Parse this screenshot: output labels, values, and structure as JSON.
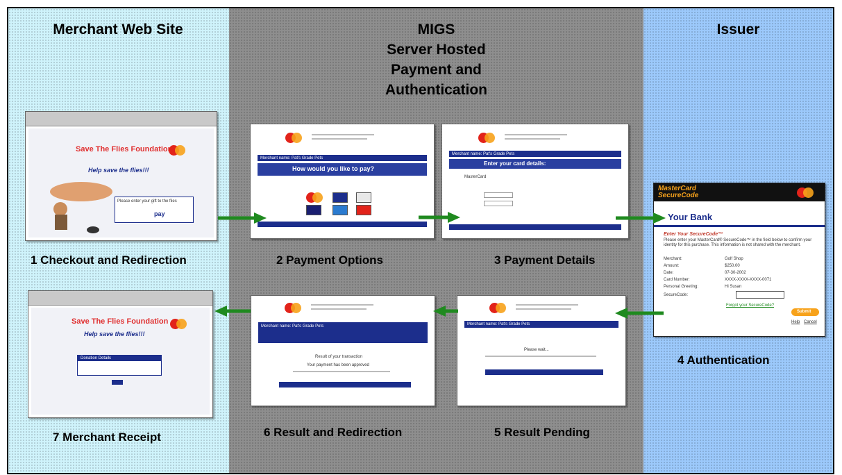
{
  "columns": {
    "merchant": {
      "title": "Merchant Web Site"
    },
    "migs": {
      "title_lines": [
        "MIGS",
        "Server Hosted",
        "Payment and",
        "Authentication"
      ]
    },
    "issuer": {
      "title": "Issuer"
    }
  },
  "steps": [
    {
      "label": "1 Checkout and Redirection"
    },
    {
      "label": "2 Payment Options"
    },
    {
      "label": "3 Payment Details"
    },
    {
      "label": "4 Authentication"
    },
    {
      "label": "5 Result Pending"
    },
    {
      "label": "6 Result and Redirection"
    },
    {
      "label": "7 Merchant Receipt"
    }
  ],
  "screens": {
    "checkout": {
      "heading": "Save The Flies Foundation",
      "sub": "Help save the flies!!!",
      "amount_box": "Please enter your gift to the flies",
      "pay": "pay"
    },
    "payment_options": {
      "merchant_name": "Merchant name: Pat's Grade Pets",
      "prompt": "How would you like to pay?"
    },
    "payment_details": {
      "merchant_name": "Merchant name: Pat's Grade Pets",
      "prompt": "Enter your card details:",
      "card_label": "MasterCard"
    },
    "authentication": {
      "brand_line1": "MasterCard",
      "brand_line2": "SecureCode",
      "bank": "Your Bank",
      "enter": "Enter Your SecureCode™",
      "intro": "Please enter your MasterCard® SecureCode™ in the field below to confirm your identity for this purchase. This information is not shared with the merchant.",
      "fields": [
        {
          "label": "Merchant:",
          "value": "Golf Shop"
        },
        {
          "label": "Amount:",
          "value": "$250.00"
        },
        {
          "label": "Date:",
          "value": "07-30-2002"
        },
        {
          "label": "Card Number:",
          "value": "XXXX-XXXX-XXXX-0071"
        },
        {
          "label": "Personal Greeting:",
          "value": "Hi Susan"
        },
        {
          "label": "SecureCode:",
          "value": ""
        }
      ],
      "forgot": "Forgot your SecureCode?",
      "submit": "Submit",
      "help": "Help",
      "cancel": "Cancel"
    },
    "result_pending": {
      "merchant_name": "Merchant name: Pat's Grade Pets",
      "message": "Please wait..."
    },
    "result_redirect": {
      "merchant_name": "Merchant name: Pat's Grade Pets",
      "message": "Result of your transaction",
      "approved": "Your payment has been approved"
    },
    "receipt": {
      "heading": "Save The Flies Foundation",
      "sub": "Help save the flies!!!",
      "details": "Donation Details"
    }
  },
  "colors": {
    "merchant_bg": "#cff3fb",
    "migs_bg": "#8e8e8e",
    "issuer_bg": "#9cc9fb",
    "arrow": "#1f8a1f",
    "bank_bar": "#1c2e8c"
  }
}
